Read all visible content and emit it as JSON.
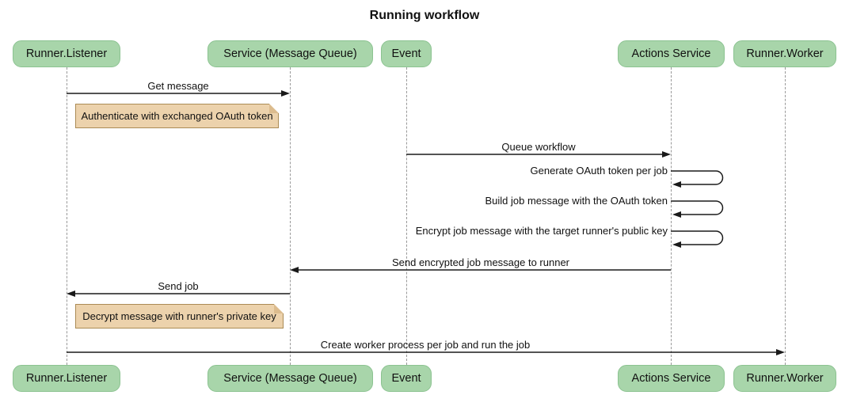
{
  "title": "Running workflow",
  "participants": [
    {
      "label": "Runner.Listener"
    },
    {
      "label": "Service (Message Queue)"
    },
    {
      "label": "Event"
    },
    {
      "label": "Actions Service"
    },
    {
      "label": "Runner.Worker"
    }
  ],
  "messages": [
    {
      "type": "arrow",
      "from": "Runner.Listener",
      "to": "Service (Message Queue)",
      "label": "Get message"
    },
    {
      "type": "note",
      "over": "Runner.Listener",
      "label": "Authenticate with exchanged OAuth token"
    },
    {
      "type": "arrow",
      "from": "Event",
      "to": "Actions Service",
      "label": "Queue workflow"
    },
    {
      "type": "self",
      "on": "Actions Service",
      "label": "Generate OAuth token per job"
    },
    {
      "type": "self",
      "on": "Actions Service",
      "label": "Build job message with the OAuth token"
    },
    {
      "type": "self",
      "on": "Actions Service",
      "label": "Encrypt job message with the target runner's public key"
    },
    {
      "type": "arrow",
      "from": "Actions Service",
      "to": "Service (Message Queue)",
      "label": "Send encrypted job message to runner"
    },
    {
      "type": "arrow",
      "from": "Service (Message Queue)",
      "to": "Runner.Listener",
      "label": "Send job"
    },
    {
      "type": "note",
      "over": "Runner.Listener",
      "label": "Decrypt message with runner's private key"
    },
    {
      "type": "arrow",
      "from": "Runner.Listener",
      "to": "Runner.Worker",
      "label": "Create worker process per job and run the job"
    }
  ],
  "colors": {
    "participant_fill": "#a8d5aa",
    "participant_border": "#8cc391",
    "note_fill": "#ecd2ac",
    "note_border": "#ab8b55",
    "note_fold": "#dcbc8e",
    "lifeline": "#999999",
    "line": "#1a1a1a",
    "text": "#111111"
  }
}
